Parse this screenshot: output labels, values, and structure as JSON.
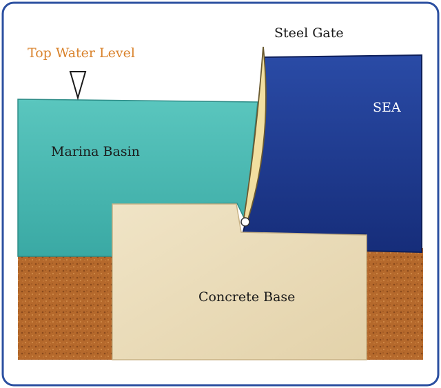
{
  "labels": {
    "top_water_level": "Top Water Level",
    "steel_gate": "Steel Gate",
    "sea": "SEA",
    "marina_basin": "Marina Basin",
    "concrete_base": "Concrete Base"
  },
  "colors": {
    "frame_border": "#2b4fa0",
    "basin_water": "#4fbdb5",
    "sea_water": "#1f3a8f",
    "concrete": "#eadcb8",
    "soil": "#b5692c",
    "gate": "#f2dfa0",
    "water_level_label": "#d9822b",
    "text": "#1a1a1a",
    "sea_text": "#ffffff"
  }
}
